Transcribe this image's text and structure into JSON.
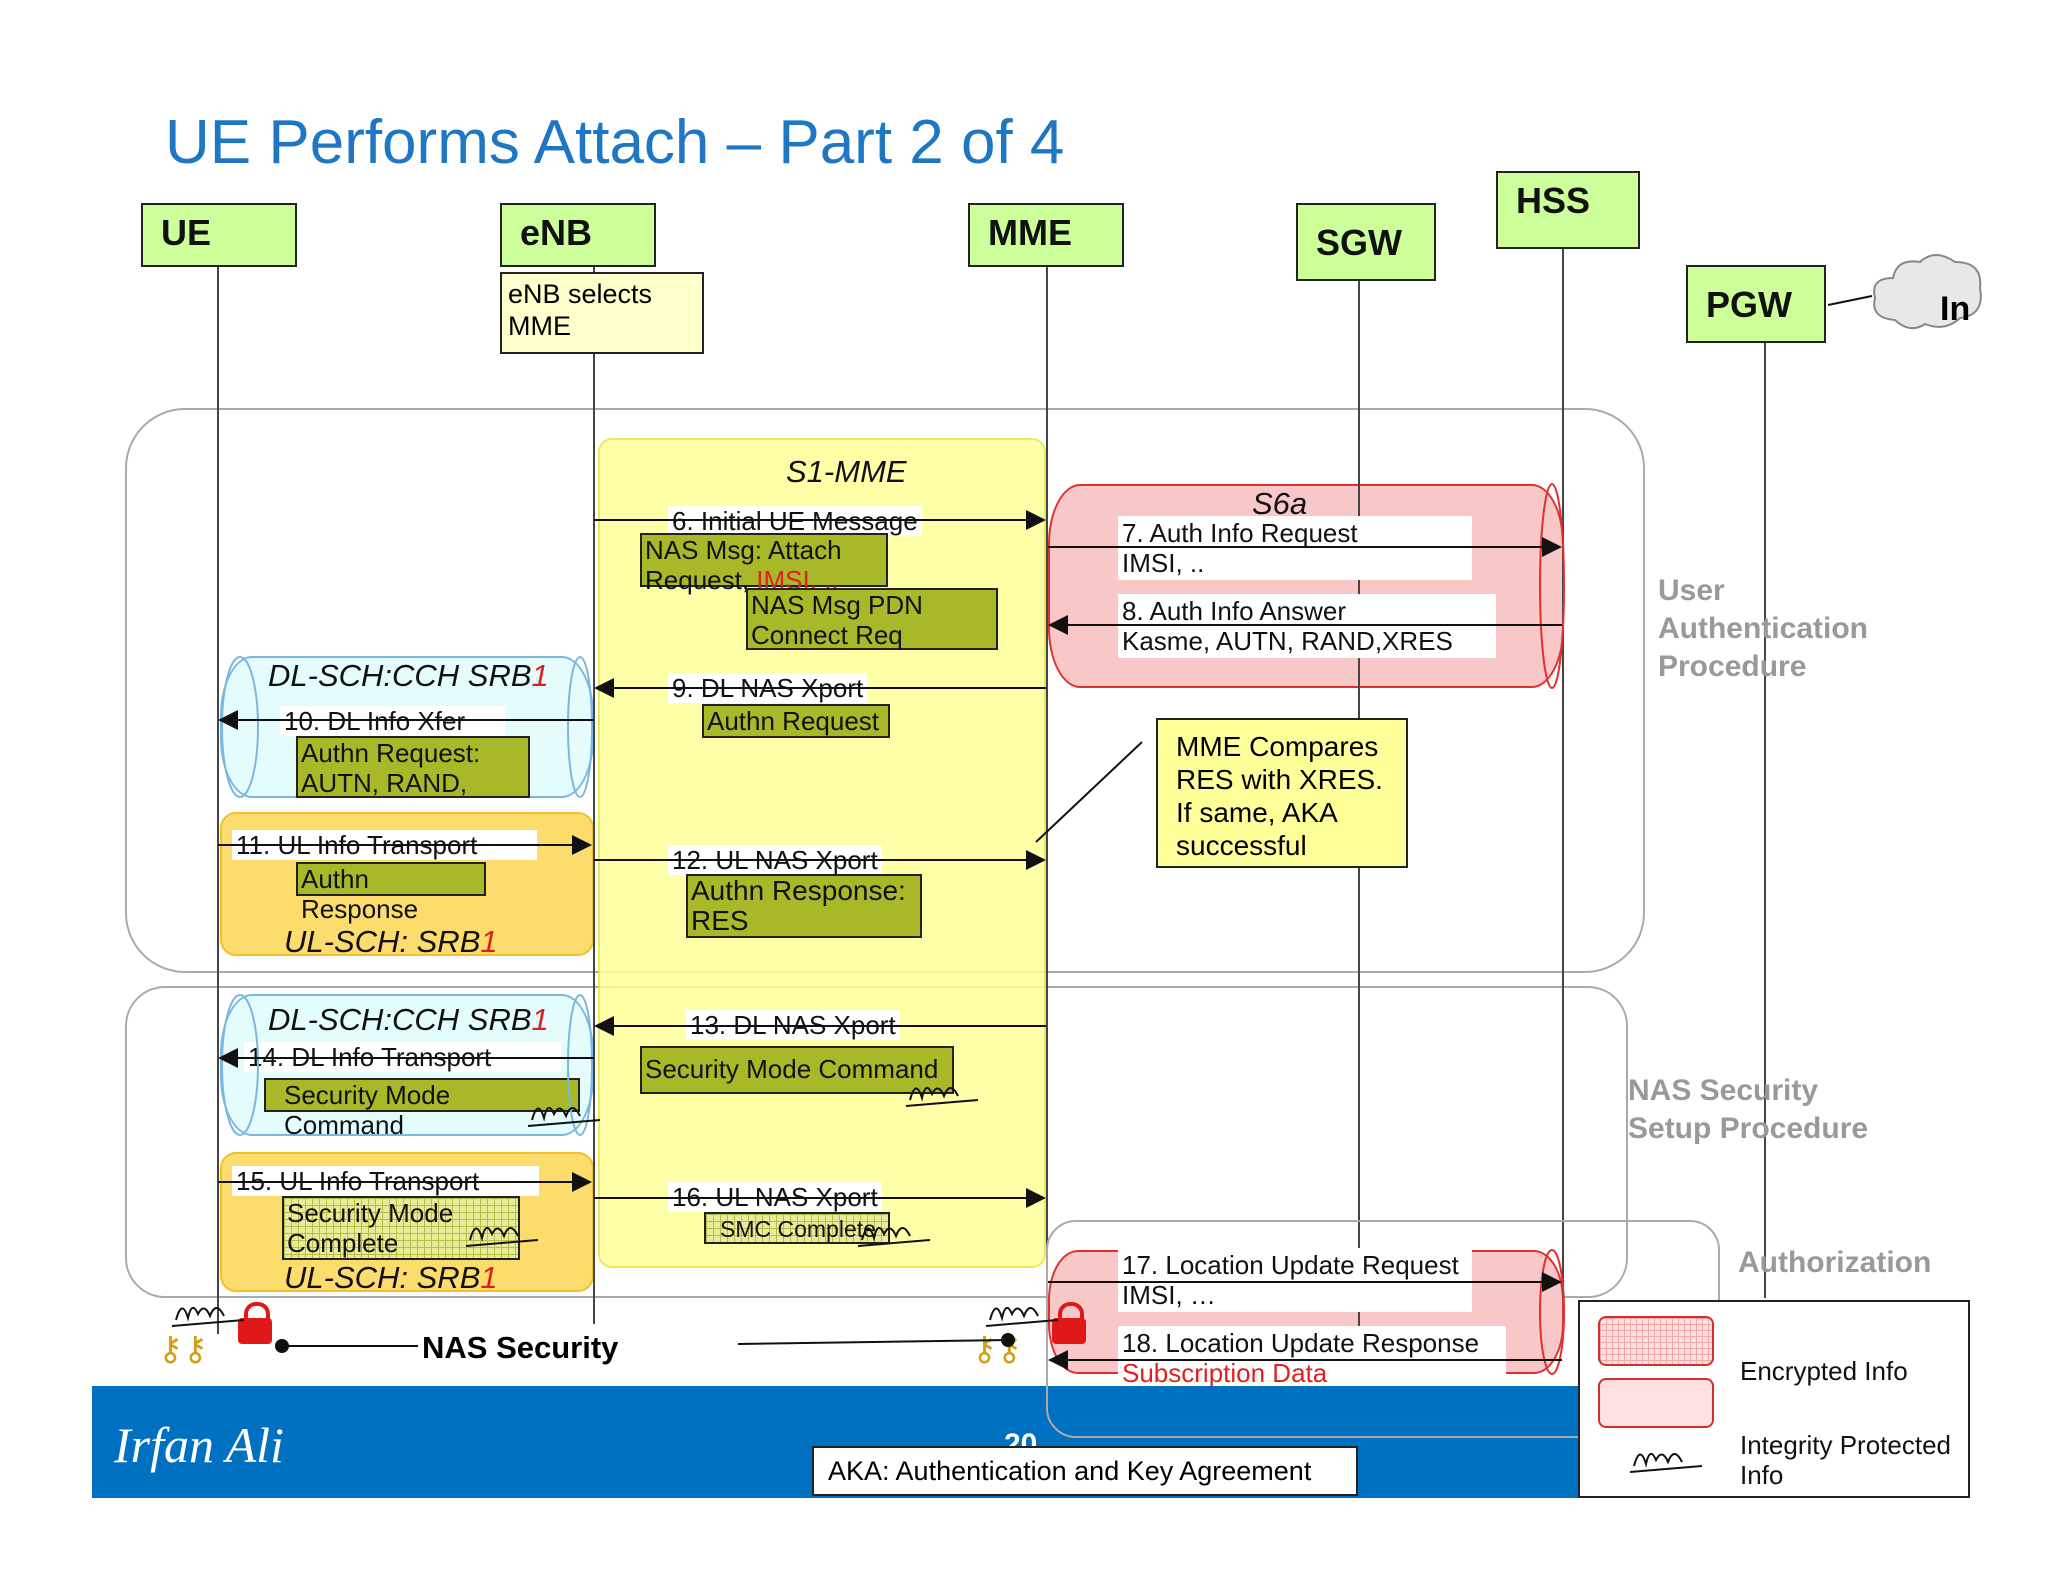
{
  "title": "UE Performs Attach – Part 2 of 4",
  "entities": {
    "ue": "UE",
    "enb": "eNB",
    "mme": "MME",
    "sgw": "SGW",
    "hss": "HSS",
    "pgw": "PGW",
    "internet": "In"
  },
  "enb_note": [
    "eNB selects",
    "MME"
  ],
  "interfaces": {
    "s1_mme": "S1-MME",
    "s6a": "S6a"
  },
  "channels": {
    "dl_sch_1_a": "DL-SCH:CCH SRB",
    "dl_sch_1_b": "1",
    "ul_sch_1_a": "UL-SCH: SRB",
    "ul_sch_1_b": "1",
    "dl_sch_2_a": "DL-SCH:CCH SRB",
    "dl_sch_2_b": "1",
    "ul_sch_2_a": "UL-SCH: SRB",
    "ul_sch_2_b": "1"
  },
  "messages": {
    "m6": "6. Initial UE Message",
    "m6_nas_a": "NAS Msg: Attach",
    "m6_nas_b": "Request, ",
    "m6_nas_imsi": "IMSI",
    "m6_nas_c": ", ..",
    "m6_pdn_a": "NAS Msg PDN",
    "m6_pdn_b": "Connect Req",
    "m7_a": "7. Auth Info Request",
    "m7_b": "IMSI, ..",
    "m8_a": "8. Auth Info Answer",
    "m8_b": "Kasme, AUTN,  RAND,XRES",
    "m9": "9. DL NAS Xport",
    "m9_box": "Authn Request",
    "m10": "10. DL Info Xfer",
    "m10_box_a": "Authn Request:",
    "m10_box_b": "AUTN, RAND,",
    "m11": "11. UL Info Transport",
    "m11_box": "Authn Response",
    "m12": "12. UL NAS Xport",
    "m12_box_a": "Authn Response:",
    "m12_box_b": "RES",
    "m13": "13. DL NAS Xport",
    "m13_box": "Security Mode Command",
    "m14": "14. DL Info Transport",
    "m14_box": "Security Mode Command",
    "m15": "15. UL Info Transport",
    "m15_box_a": "Security Mode",
    "m15_box_b": "Complete",
    "m16": "16. UL NAS Xport",
    "m16_box": "SMC Complete",
    "m17_a": "17. Location Update Request",
    "m17_b": "IMSI, …",
    "m18_a": "18. Location Update Response",
    "m18_b": "Subscription Data"
  },
  "mme_note": [
    "MME Compares",
    "RES with XRES.",
    "If same, AKA",
    "successful"
  ],
  "procedures": {
    "user_auth": [
      "User",
      "Authentication",
      "Procedure"
    ],
    "nas_security": [
      "NAS Security",
      "Setup Procedure"
    ],
    "authorization": "Authorization"
  },
  "nas_security_label": "NAS Security",
  "footer": {
    "author": "Irfan Ali",
    "page": "20",
    "aka": "AKA: Authentication and Key Agreement"
  },
  "legend": {
    "encrypted": "Encrypted Info",
    "integrity_a": "Integrity Protected",
    "integrity_b": "Info"
  },
  "colors": {
    "title": "#1f77c4",
    "entity_fill": "#ccff99",
    "olive_box": "#a8b828",
    "footer_blue": "#0070c0",
    "imsi_red": "#e02020"
  }
}
